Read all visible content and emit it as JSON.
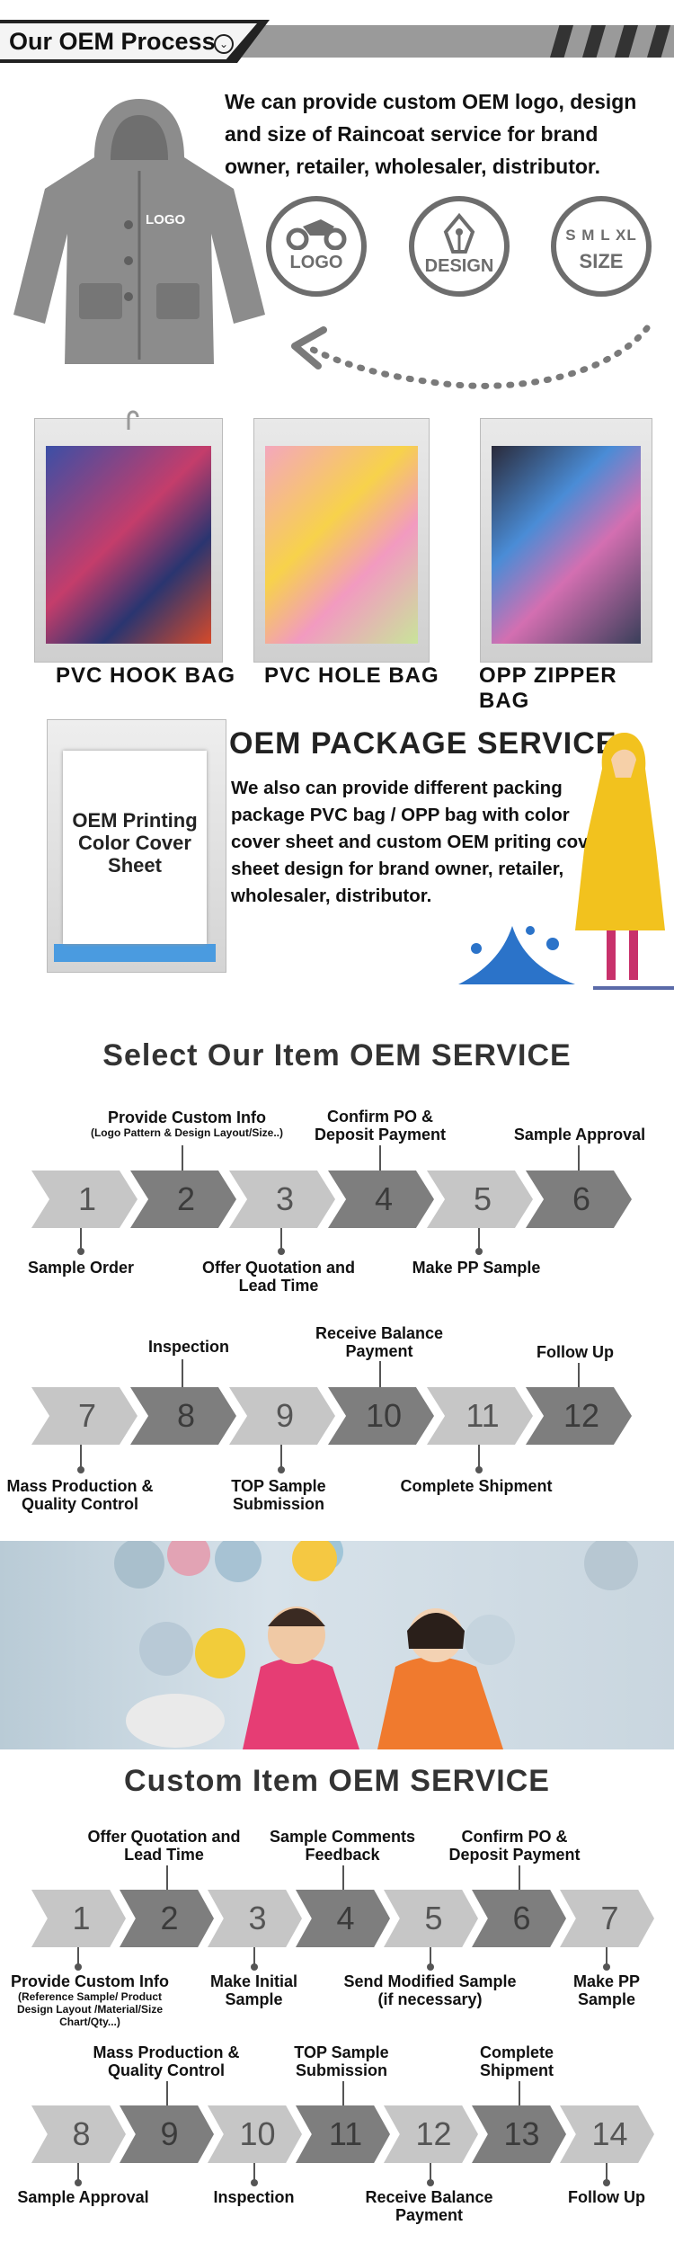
{
  "header": {
    "title": "Our OEM Process"
  },
  "intro": {
    "text": "We can provide custom OEM logo, design and size of Raincoat service for brand owner, retailer, wholesaler, distributor.",
    "raincoat_logo": "LOGO",
    "circles": [
      {
        "label": "LOGO",
        "icon": "motorcycle-icon"
      },
      {
        "label": "DESIGN",
        "icon": "pen-nib-icon"
      },
      {
        "top": "S M L XL",
        "label": "SIZE",
        "icon": "size-icon"
      }
    ]
  },
  "bags": [
    {
      "label": "PVC HOOK BAG"
    },
    {
      "label": "PVC HOLE BAG"
    },
    {
      "label": "OPP ZIPPER BAG"
    }
  ],
  "package": {
    "sheet_text": "OEM Printing Color Cover Sheet",
    "title": "OEM PACKAGE SERVICE",
    "text": "We also can provide different packing package PVC bag / OPP bag with color cover sheet and custom OEM priting cover sheet design for brand owner, retailer, wholesaler, distributor."
  },
  "select": {
    "title": "Select Our Item OEM SERVICE",
    "row1": {
      "steps": [
        "1",
        "2",
        "3",
        "4",
        "5",
        "6"
      ],
      "top": [
        {
          "step": 2,
          "text": "Provide Custom Info",
          "sub": "(Logo Pattern & Design Layout/Size..)"
        },
        {
          "step": 4,
          "text": "Confirm PO & Deposit Payment"
        },
        {
          "step": 6,
          "text": "Sample Approval"
        }
      ],
      "bottom": [
        {
          "step": 1,
          "text": "Sample Order"
        },
        {
          "step": 3,
          "text": "Offer Quotation and Lead Time"
        },
        {
          "step": 5,
          "text": "Make PP Sample"
        }
      ]
    },
    "row2": {
      "steps": [
        "7",
        "8",
        "9",
        "10",
        "11",
        "12"
      ],
      "top": [
        {
          "step": 8,
          "text": "Inspection"
        },
        {
          "step": 10,
          "text": "Receive Balance Payment"
        },
        {
          "step": 12,
          "text": "Follow Up"
        }
      ],
      "bottom": [
        {
          "step": 7,
          "text": "Mass Production & Quality Control"
        },
        {
          "step": 9,
          "text": "TOP Sample Submission"
        },
        {
          "step": 11,
          "text": "Complete Shipment"
        }
      ]
    }
  },
  "custom": {
    "title": "Custom Item OEM SERVICE",
    "row1": {
      "steps": [
        "1",
        "2",
        "3",
        "4",
        "5",
        "6",
        "7"
      ],
      "top": [
        {
          "step": 2,
          "text": "Offer Quotation and Lead Time"
        },
        {
          "step": 4,
          "text": "Sample Comments Feedback"
        },
        {
          "step": 6,
          "text": "Confirm PO & Deposit Payment"
        }
      ],
      "bottom": [
        {
          "step": 1,
          "text": "Provide Custom Info",
          "sub": "(Reference Sample/ Product Design Layout /Material/Size Chart/Qty...)"
        },
        {
          "step": 3,
          "text": "Make Initial Sample"
        },
        {
          "step": 5,
          "text": "Send Modified Sample (if necessary)"
        },
        {
          "step": 7,
          "text": "Make PP Sample"
        }
      ]
    },
    "row2": {
      "steps": [
        "8",
        "9",
        "10",
        "11",
        "12",
        "13",
        "14"
      ],
      "top": [
        {
          "step": 9,
          "text": "Mass Production & Quality Control"
        },
        {
          "step": 11,
          "text": "TOP Sample Submission"
        },
        {
          "step": 13,
          "text": "Complete Shipment"
        }
      ],
      "bottom": [
        {
          "step": 8,
          "text": "Sample Approval"
        },
        {
          "step": 10,
          "text": "Inspection"
        },
        {
          "step": 12,
          "text": "Receive Balance Payment"
        },
        {
          "step": 14,
          "text": "Follow Up"
        }
      ]
    }
  }
}
